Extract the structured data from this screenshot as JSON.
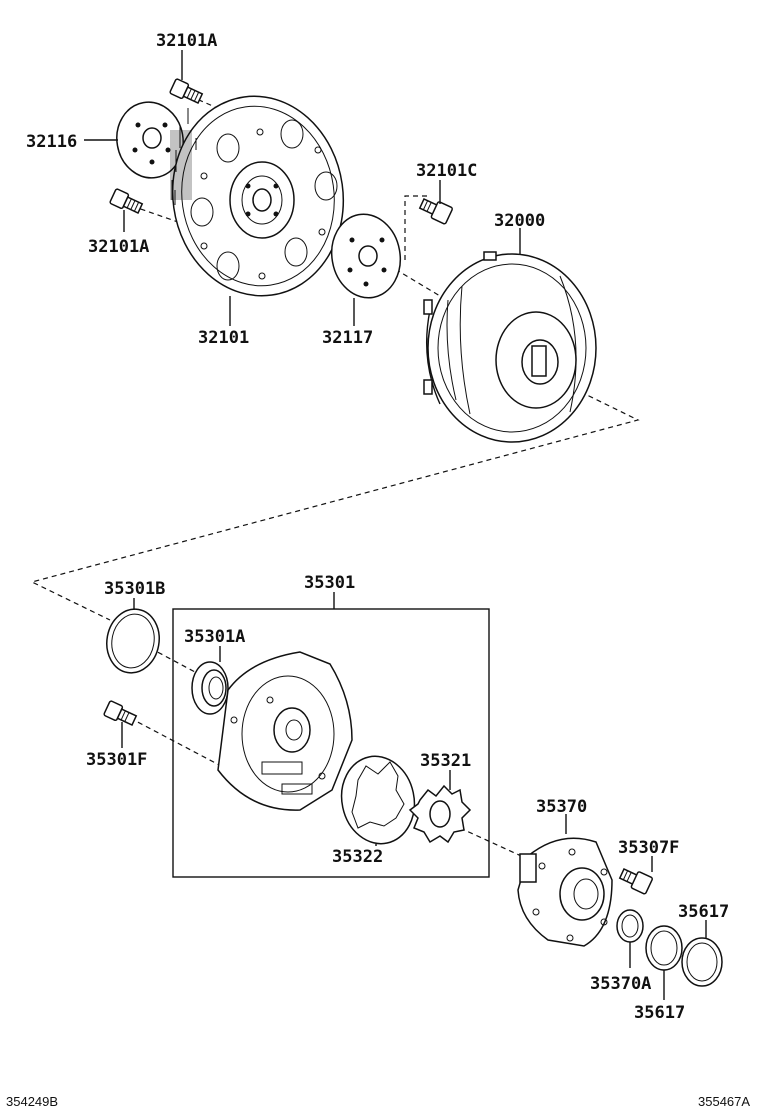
{
  "labels": {
    "p32101A_top": "32101A",
    "p32116": "32116",
    "p32101A_bottom": "32101A",
    "p32101": "32101",
    "p32101C": "32101C",
    "p32000": "32000",
    "p32117": "32117",
    "p35301": "35301",
    "p35301B": "35301B",
    "p35301A": "35301A",
    "p35301F": "35301F",
    "p35321": "35321",
    "p35322": "35322",
    "p35370": "35370",
    "p35307F": "35307F",
    "p35617_top": "35617",
    "p35370A": "35370A",
    "p35617_bottom": "35617"
  },
  "footer": {
    "left_code": "354249B",
    "right_code": "355467A"
  }
}
